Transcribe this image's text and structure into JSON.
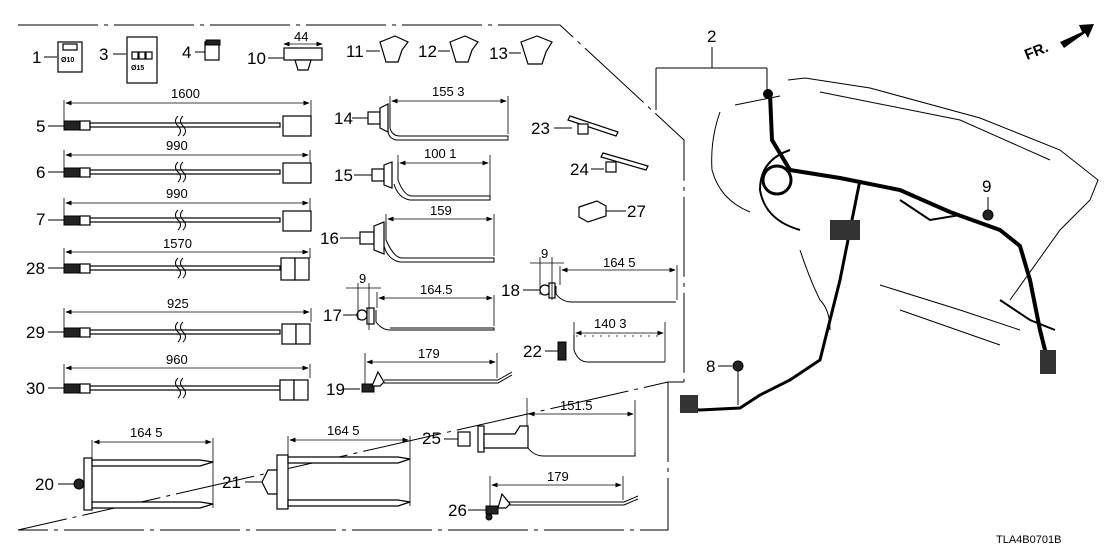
{
  "diagram": {
    "title_code": "TLA4B0701B",
    "direction_indicator": "FR.",
    "colors": {
      "line": "#000000",
      "background": "#ffffff"
    },
    "callouts": {
      "p1": "1",
      "p2": "2",
      "p3": "3",
      "p4": "4",
      "p5": "5",
      "p6": "6",
      "p7": "7",
      "p8": "8",
      "p9": "9",
      "p10": "10",
      "p11": "11",
      "p12": "12",
      "p13": "13",
      "p14": "14",
      "p15": "15",
      "p16": "16",
      "p17": "17",
      "p18": "18",
      "p19": "19",
      "p20": "20",
      "p21": "21",
      "p22": "22",
      "p23": "23",
      "p24": "24",
      "p25": "25",
      "p26": "26",
      "p27": "27",
      "p28": "28",
      "p29": "29",
      "p30": "30"
    },
    "part_markings": {
      "p1": "Ø10",
      "p3": "Ø15"
    },
    "dimensions": {
      "p5": "1600",
      "p6": "990",
      "p7": "990",
      "p28": "1570",
      "p29": "925",
      "p30": "960",
      "p10": "44",
      "p14": "155 3",
      "p15": "100 1",
      "p16": "159",
      "p17_offset": "9",
      "p17": "164.5",
      "p18_offset": "9",
      "p18": "164 5",
      "p19": "179",
      "p20": "164 5",
      "p21": "164 5",
      "p22": "140 3",
      "p25": "151.5",
      "p26": "179"
    }
  }
}
